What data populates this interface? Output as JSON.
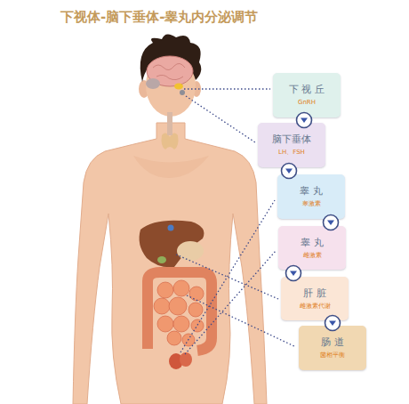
{
  "diagram": {
    "title": "下视体-脑下垂体-睾丸内分泌调节",
    "nodes": [
      {
        "text": [
          "下 视 丘",
          "GnRH"
        ]
      },
      {
        "text": [
          "脑下垂体",
          "LH、FSH"
        ]
      },
      {
        "text": [
          "睾 丸",
          "睾激素"
        ]
      },
      {
        "text": [
          "睾 丸",
          "雌激素"
        ]
      },
      {
        "text": [
          "肝 脏",
          "雌激素代谢"
        ]
      },
      {
        "text": [
          "肠 道",
          "菌相平衡"
        ]
      }
    ],
    "edges": [
      {
        "from": 0,
        "to": 1,
        "arrow": "to"
      },
      {
        "from": 1,
        "to": 2,
        "arrow": "to"
      },
      {
        "from": 2,
        "to": 3,
        "arrow": "to"
      },
      {
        "from": 3,
        "to": 4,
        "arrow": "to"
      },
      {
        "from": 4,
        "to": 5,
        "arrow": "to"
      }
    ]
  }
}
